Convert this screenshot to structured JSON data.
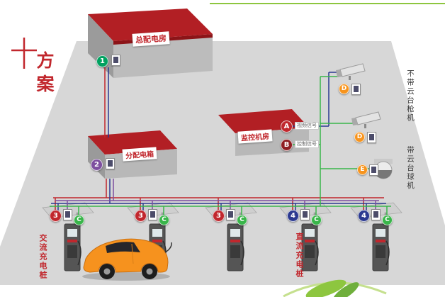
{
  "plan": {
    "title": "方案"
  },
  "buildings": {
    "main": {
      "label": "总配电房",
      "marker": "1"
    },
    "dist": {
      "label": "分配电箱",
      "marker": "2"
    },
    "monitor": {
      "label": "监控机房",
      "marker_a": "A",
      "signal_a": "视频信号",
      "marker_b": "B",
      "signal_b": "控制信号"
    }
  },
  "cameras": {
    "gun_label": "不带云台枪机",
    "dome_label": "带云台球机",
    "items": [
      {
        "marker": "D"
      },
      {
        "marker": "D"
      },
      {
        "marker": "E"
      }
    ]
  },
  "chargers": {
    "ac_label": "交流充电桩",
    "dc_label": "直流充电桩",
    "stations": [
      {
        "marker": "3",
        "aux": "C"
      },
      {
        "marker": "3",
        "aux": "C"
      },
      {
        "marker": "3",
        "aux": "C"
      },
      {
        "marker": "4",
        "aux": "C"
      },
      {
        "marker": "4",
        "aux": "C"
      }
    ]
  },
  "colors": {
    "red": "#c1272d",
    "dark_red": "#8f1d22",
    "blue": "#2b3990",
    "green": "#39b54a",
    "teal_green": "#00a160",
    "purple": "#7d4f9f",
    "orange": "#f7941d"
  }
}
